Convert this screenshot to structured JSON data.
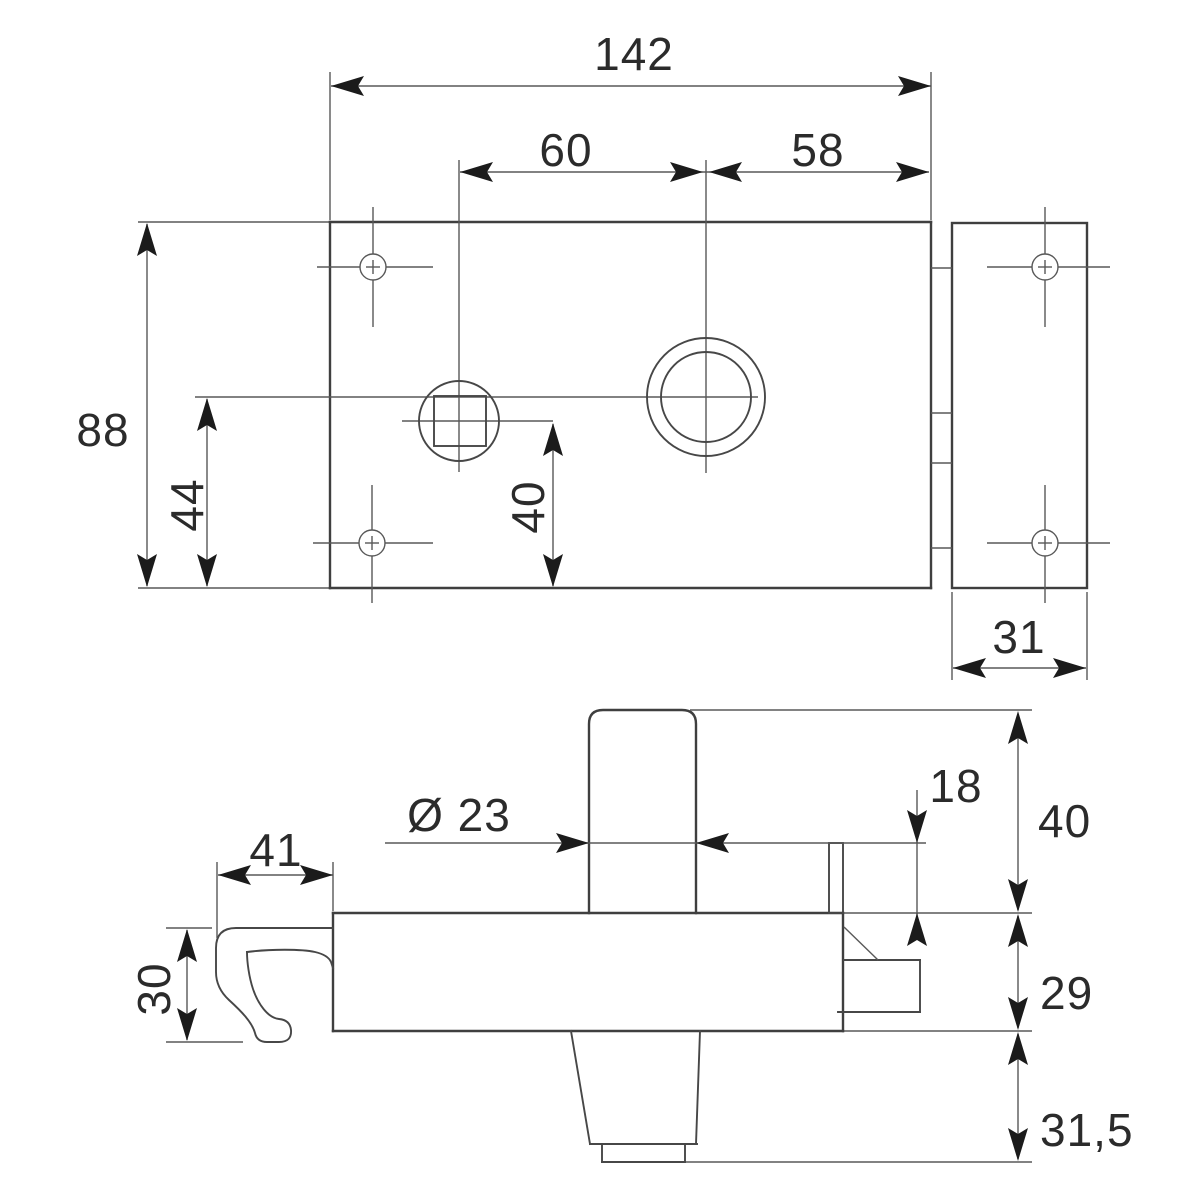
{
  "drawing": {
    "kind": "technical-dimension-drawing",
    "line_color": "#3f3f3f",
    "arrow_color": "#1b1b1b",
    "background": "#ffffff",
    "dims": {
      "top": {
        "overall_width": "142",
        "spindle_offset": "60",
        "cylinder_offset": "58",
        "overall_height": "88",
        "follower_height": "44",
        "spindle_height": "40",
        "strike_plate_width": "31"
      },
      "side": {
        "hook_projection": "41",
        "hook_height": "30",
        "cylinder_diameter": "Ø 23",
        "faceplate_lip": "18",
        "knob_height": "40",
        "case_thickness": "29",
        "cylinder_depth": "31,5"
      }
    }
  }
}
